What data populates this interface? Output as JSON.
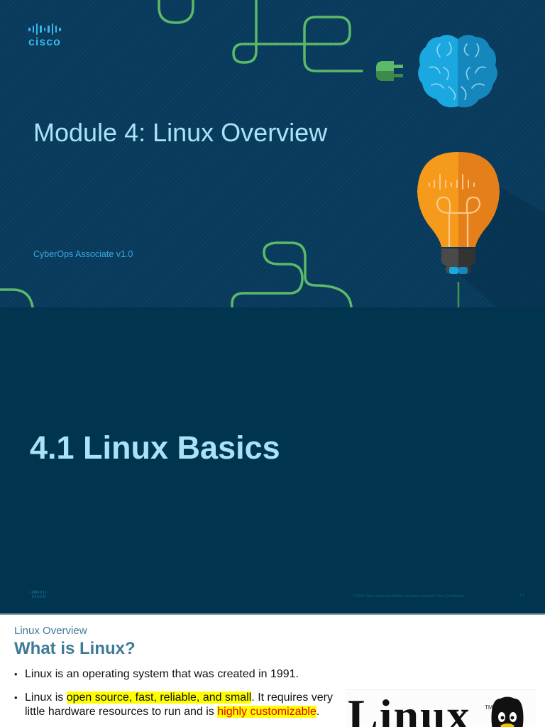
{
  "title_slide": {
    "logo_text": "cisco",
    "module_title": "Module 4: Linux Overview",
    "course_label": "CyberOps Associate  v1.0",
    "colors": {
      "background": "#083a5c",
      "title": "#a9e3f7",
      "accent_green": "#5cb96a",
      "brain_blue": "#1aa6dd",
      "bulb_orange": "#f59a1b"
    },
    "illustrations": [
      "cable-curve",
      "plug-icon",
      "brain-icon",
      "lightbulb-icon"
    ]
  },
  "section_slide": {
    "title": "4.1 Linux Basics",
    "footer": {
      "logo_text": "cisco",
      "copyright": "© 2016  Cisco and/or its affiliates. All rights reserved.   Cisco Confidential",
      "page_number": "12"
    },
    "colors": {
      "background": "#01354f"
    }
  },
  "content_slide": {
    "section_kicker": "Linux Overview",
    "title": "What is Linux?",
    "bullets": [
      {
        "text": "Linux is an operating system that was created in 1991."
      },
      {
        "parts": [
          {
            "text": "Linux is ",
            "style": "normal"
          },
          {
            "text": "open source, fast, reliable, and small",
            "style": "highlight"
          },
          {
            "text": ". It requires very little hardware resources to run and is ",
            "style": "normal"
          },
          {
            "text": "highly customizable",
            "style": "highlight-red"
          },
          {
            "text": ".",
            "style": "normal"
          }
        ]
      }
    ],
    "image": {
      "label": "Linux",
      "trademark": "TM"
    }
  }
}
